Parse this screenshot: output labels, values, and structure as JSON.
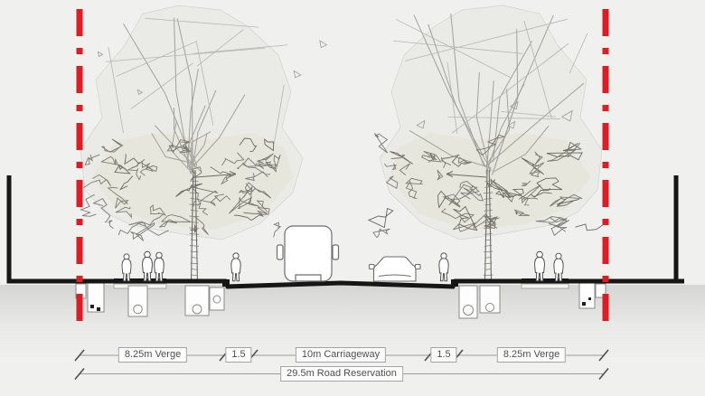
{
  "diagram": {
    "dimension_segments": [
      {
        "label": "8.25m Verge"
      },
      {
        "label": "1.5"
      },
      {
        "label": "10m Carriageway"
      },
      {
        "label": "1.5"
      },
      {
        "label": "8.25m Verge"
      }
    ],
    "total_dimension": {
      "label": "29.5m Road Reservation"
    }
  },
  "colors": {
    "background": "#f0f0ee",
    "boundary_red": "#e01b21",
    "section_line_black": "#161616",
    "dimension_line_gray": "#9b9b9b",
    "label_text": "#4f4f4f",
    "label_border": "#a3a3a3",
    "tree_sketch_line": "#7b7b74",
    "canopy_fill": "#e9e9e4"
  },
  "icons": {
    "boundary_left": "red-dash-dot-boundary-line",
    "boundary_right": "red-dash-dot-boundary-line",
    "tree_left": "sketch-tree",
    "tree_right": "sketch-tree",
    "truck": "truck-front-elevation",
    "car": "car-front-elevation",
    "pedestrians": "pedestrian-figures"
  }
}
